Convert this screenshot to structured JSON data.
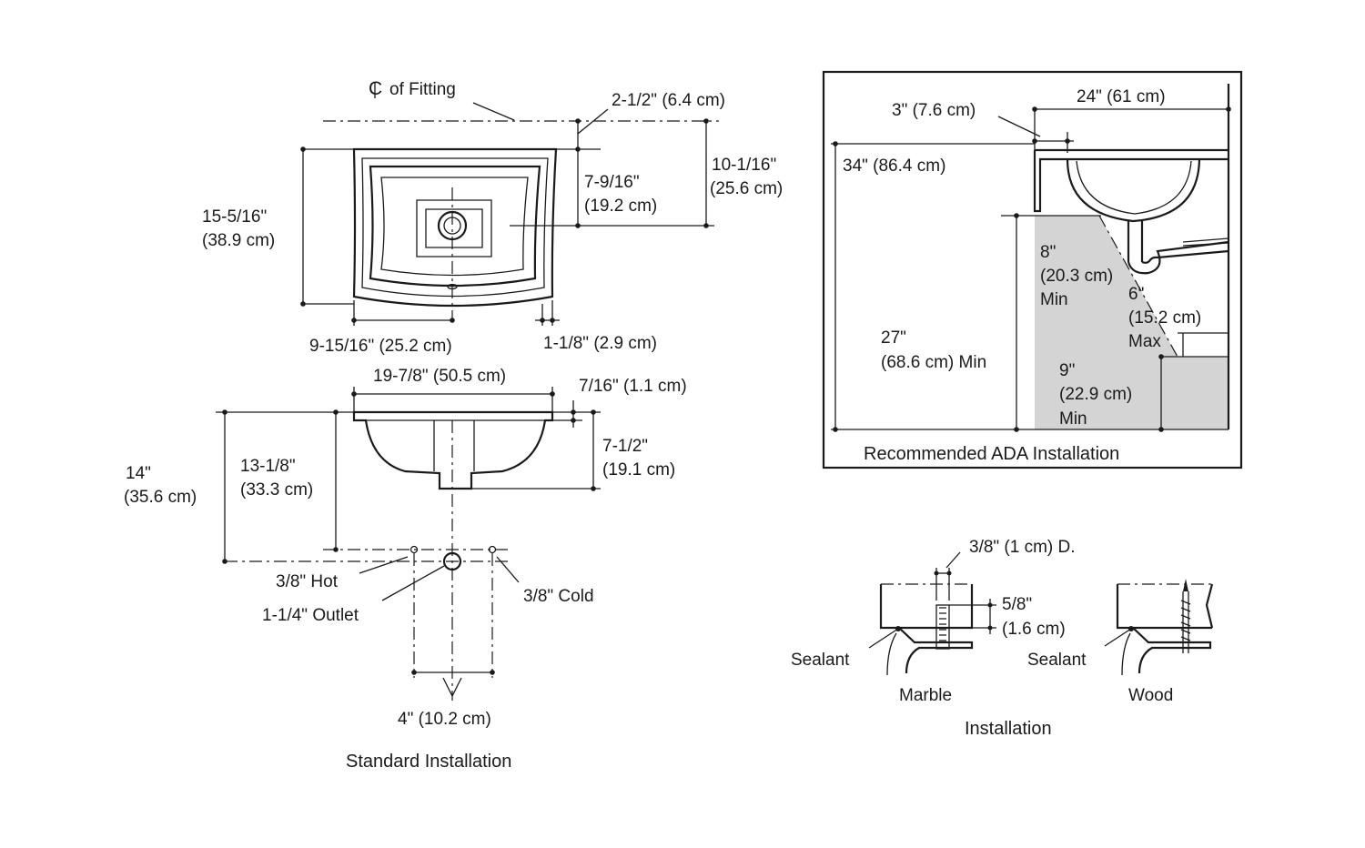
{
  "standard": {
    "cl_label": "of Fitting",
    "dim_2_1_2": "2-1/2\" (6.4 cm)",
    "dim_10_1_16_a": "10-1/16\"",
    "dim_10_1_16_b": "(25.6 cm)",
    "dim_7_9_16_a": "7-9/16\"",
    "dim_7_9_16_b": "(19.2 cm)",
    "dim_15_5_16_a": "15-5/16\"",
    "dim_15_5_16_b": "(38.9 cm)",
    "dim_9_15_16": "9-15/16\" (25.2 cm)",
    "dim_1_1_8": "1-1/8\" (2.9 cm)",
    "dim_19_7_8": "19-7/8\" (50.5 cm)",
    "dim_7_16": "7/16\" (1.1 cm)",
    "dim_7_1_2_a": "7-1/2\"",
    "dim_7_1_2_b": "(19.1 cm)",
    "dim_13_1_8_a": "13-1/8\"",
    "dim_13_1_8_b": "(33.3 cm)",
    "dim_14_a": "14\"",
    "dim_14_b": "(35.6 cm)",
    "hot": "3/8\" Hot",
    "outlet": "1-1/4\" Outlet",
    "cold": "3/8\" Cold",
    "dim_4": "4\" (10.2 cm)",
    "caption": "Standard Installation"
  },
  "ada": {
    "dim_24": "24\" (61 cm)",
    "dim_3": "3\" (7.6 cm)",
    "dim_34": "34\" (86.4 cm)",
    "dim_8_a": "8\"",
    "dim_8_b": "(20.3 cm)",
    "dim_8_c": "Min",
    "dim_6_a": "6\"",
    "dim_6_b": "(15.2 cm)",
    "dim_6_c": "Max",
    "dim_27_a": "27\"",
    "dim_27_b": "(68.6 cm) Min",
    "dim_9_a": "9\"",
    "dim_9_b": "(22.9 cm)",
    "dim_9_c": "Min",
    "caption": "Recommended ADA Installation"
  },
  "mounting": {
    "dim_3_8": "3/8\" (1 cm) D.",
    "dim_5_8_a": "5/8\"",
    "dim_5_8_b": "(1.6 cm)",
    "sealant_1": "Sealant",
    "sealant_2": "Sealant",
    "marble": "Marble",
    "wood": "Wood",
    "caption": "Installation"
  }
}
